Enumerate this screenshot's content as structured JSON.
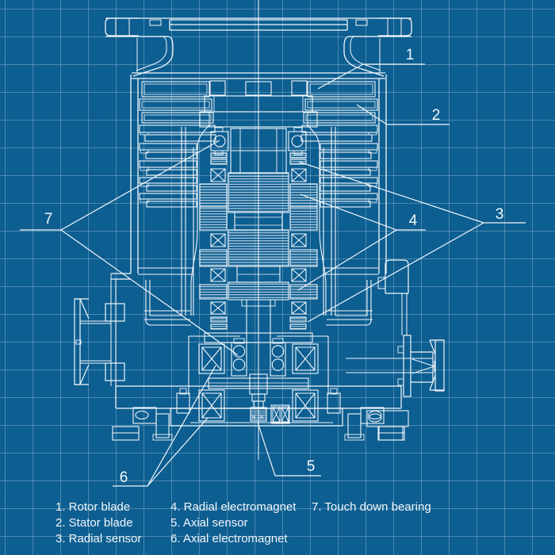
{
  "colors": {
    "background": "#0d5e91",
    "grid": "rgba(210,230,242,0.30)",
    "line": "#f2f7fb"
  },
  "callouts": [
    {
      "number": "1"
    },
    {
      "number": "2"
    },
    {
      "number": "3"
    },
    {
      "number": "4"
    },
    {
      "number": "5"
    },
    {
      "number": "6"
    },
    {
      "number": "7"
    }
  ],
  "legend": {
    "columns": [
      {
        "items": [
          "1. Rotor blade",
          "2. Stator blade",
          "3. Radial sensor"
        ]
      },
      {
        "items": [
          "4. Radial electromagnet",
          "5. Axial sensor",
          "6. Axial electromagnet"
        ]
      },
      {
        "items": [
          "7. Touch down bearing"
        ]
      }
    ]
  }
}
